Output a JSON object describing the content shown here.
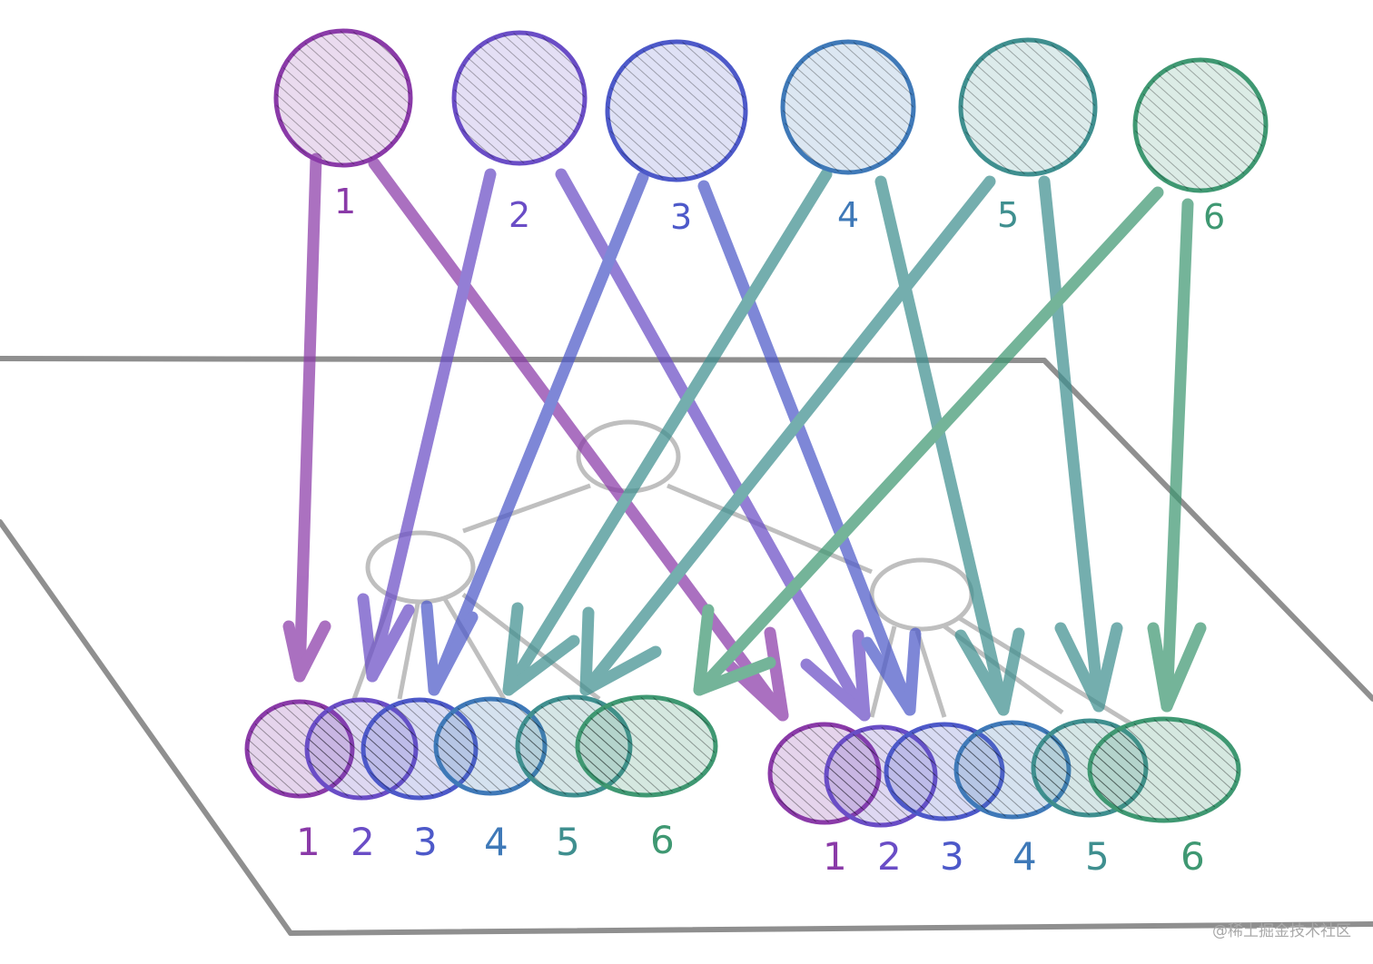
{
  "colors": [
    "#8a3aa8",
    "#6a4dc6",
    "#4d59c9",
    "#3f79b8",
    "#3f8f8f",
    "#3f9872"
  ],
  "top_labels": [
    "1",
    "2",
    "3",
    "4",
    "5",
    "6"
  ],
  "left_labels": [
    "1",
    "2",
    "3",
    "4",
    "5",
    "6"
  ],
  "right_labels": [
    "1",
    "2",
    "3",
    "4",
    "5",
    "6"
  ],
  "arrows": [
    {
      "from": "1",
      "to": "left-1"
    },
    {
      "from": "1",
      "to": "right-1"
    },
    {
      "from": "2",
      "to": "left-2"
    },
    {
      "from": "2",
      "to": "right-2"
    },
    {
      "from": "3",
      "to": "left-3"
    },
    {
      "from": "3",
      "to": "right-3"
    },
    {
      "from": "4",
      "to": "left-4"
    },
    {
      "from": "4",
      "to": "right-4"
    },
    {
      "from": "5",
      "to": "left-5"
    },
    {
      "from": "5",
      "to": "right-5"
    },
    {
      "from": "6",
      "to": "left-6"
    },
    {
      "from": "6",
      "to": "right-6"
    }
  ],
  "watermark": "@稀土掘金技术社区"
}
